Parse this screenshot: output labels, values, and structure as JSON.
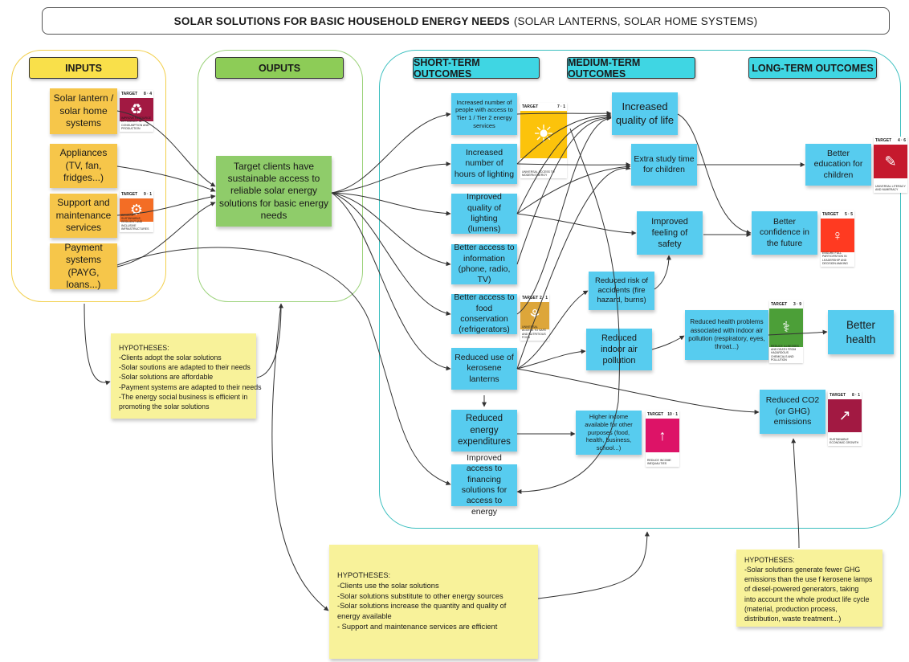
{
  "title": {
    "bold": "SOLAR SOLUTIONS FOR BASIC HOUSEHOLD ENERGY NEEDS",
    "rest": "(SOLAR LANTERNS, SOLAR HOME SYSTEMS)"
  },
  "headers": {
    "inputs": "INPUTS",
    "outputs": "OUPUTS",
    "short_term": "SHORT-TERM OUTCOMES",
    "medium_term": "MEDIUM-TERM OUTCOMES",
    "long_term": "LONG-TERM OUTCOMES"
  },
  "colors": {
    "inputs_frame": "#f2cf4b",
    "outputs_frame": "#9bd27a",
    "outcomes_frame": "#3bbfbf",
    "inputs_header": "#f9e04a",
    "outputs_header": "#8dcc57",
    "outcomes_header": "#3fd6e3",
    "note_yellow": "#f6c64a",
    "note_green": "#8fcc6a",
    "note_blue": "#57ccef",
    "hypothesis": "#f8f29a"
  },
  "inputs": [
    "Solar lantern / solar home systems",
    "Appliances (TV, fan, fridges...)",
    "Support and maintenance services",
    "Payment systems (PAYG, loans...)"
  ],
  "output": "Target clients have sustainable access to reliable solar energy solutions for basic energy needs",
  "short_term": [
    "Increased number of people with access to Tier 1 / Tier 2 energy services",
    "Increased number of hours of lighting",
    "Improved quality of lighting (lumens)",
    "Better access to information (phone, radio, TV)",
    "Better access to food conservation (refrigerators)",
    "Reduced use of kerosene lanterns",
    "Reduced energy expenditures",
    "Improved access to financing solutions for access to energy"
  ],
  "medium_term": {
    "quality_of_life": "Increased quality of life",
    "study_time": "Extra study time for children",
    "safety": "Improved feeling of safety",
    "accidents": "Reduced risk of accidents (fire hazard, burns)",
    "indoor_air": "Reduced indoor air pollution",
    "health_problems": "Reduced health problems associated with indoor air pollution (respiratory, eyes, throat...)",
    "income": "Higher income available for other purposes (food, health, business, school...)"
  },
  "long_term": {
    "education": "Better education for children",
    "confidence": "Better confidence in the future",
    "health": "Better health",
    "co2": "Reduced CO2 (or GHG) emissions"
  },
  "sdg_badges": [
    {
      "icon": "sdg-8-4-icon",
      "target": "8 · 4",
      "color": "#a21942",
      "glyph": "♻",
      "caption": "IMPROVE RESOURCE EFFICIENCY IN CONSUMPTION AND PRODUCTION"
    },
    {
      "icon": "sdg-9-1-icon",
      "target": "9 · 1",
      "color": "#f36d25",
      "glyph": "⚙",
      "caption": "DEVELOP SUSTAINABLE, RESILIENT AND INCLUSIVE INFRASTRUCTURES"
    },
    {
      "icon": "sdg-7-1-icon",
      "target": "7 · 1",
      "color": "#fcc30b",
      "glyph": "☀",
      "caption": "UNIVERSAL ACCESS TO MODERN ENERGY"
    },
    {
      "icon": "sdg-2-1-icon",
      "target": "2 · 1",
      "color": "#dda63a",
      "glyph": "⚘",
      "caption": "UNIVERSAL ACCESS TO SAFE AND NUTRITIOUS FOOD"
    },
    {
      "icon": "sdg-4-6-icon",
      "target": "4 · 6",
      "color": "#c5192d",
      "glyph": "✎",
      "caption": "UNIVERSAL LITERACY AND NUMERACY"
    },
    {
      "icon": "sdg-5-5-icon",
      "target": "5 · 5",
      "color": "#ff3a21",
      "glyph": "♀",
      "caption": "ENSURE FULL PARTICIPATION IN LEADERSHIP AND DECISION-MAKING"
    },
    {
      "icon": "sdg-3-9-icon",
      "target": "3 · 9",
      "color": "#4c9f38",
      "glyph": "⚕",
      "caption": "REDUCE ILLNESSES AND DEATH FROM HAZARDOUS CHEMICALS AND POLLUTION"
    },
    {
      "icon": "sdg-10-1-icon",
      "target": "10 · 1",
      "color": "#dd1367",
      "glyph": "↑",
      "caption": "REDUCE INCOME INEQUALITIES"
    },
    {
      "icon": "sdg-8-1-icon",
      "target": "8 · 1",
      "color": "#a21942",
      "glyph": "↗",
      "caption": "SUSTAINABLE ECONOMIC GROWTH"
    }
  ],
  "hypotheses": {
    "left": {
      "title": "HYPOTHESES:",
      "lines": [
        "-Clients adopt the solar solutions",
        "-Solar soutions are adapted to their needs",
        "-Solar solutions are affordable",
        "-Payment systems are adapted to their needs",
        "-The energy social business is efficient in",
        "promoting the solar solutions"
      ]
    },
    "bottom": {
      "title": "HYPOTHESES:",
      "lines": [
        "-Clients use the solar solutions",
        "-Solar solutions substitute to other energy sources",
        "-Solar solutions increase the quantity and quality of",
        "energy available",
        "- Support and maintenance services are efficient"
      ]
    },
    "right": {
      "title": "HYPOTHESES:",
      "lines": [
        "-Solar solutions generate fewer GHG",
        "emissions than the use f kerosene lamps",
        "of diesel-powered generators, taking",
        "into account the whole product life cycle",
        "(material, production process,",
        "distribution, waste treatment...)"
      ]
    }
  }
}
